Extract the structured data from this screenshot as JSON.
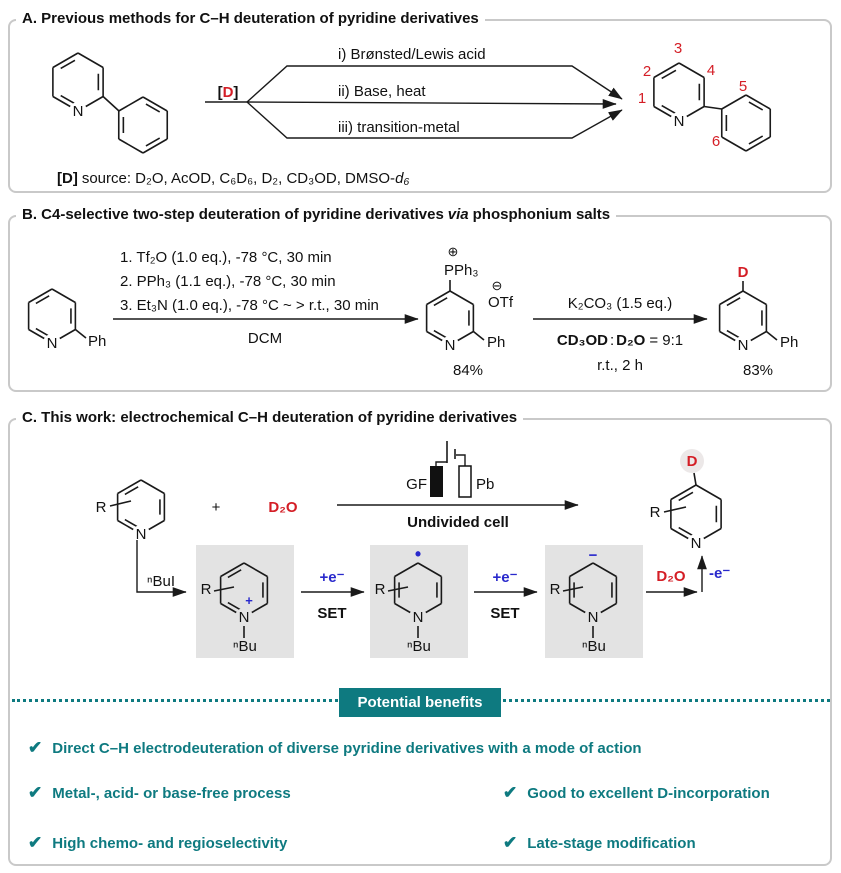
{
  "colors": {
    "red": "#d41e26",
    "blue": "#2929cc",
    "teal": "#0e7a80",
    "box_gray": "#e3e3e3"
  },
  "panelA": {
    "title": "A. Previous methods for C–H deuteration of pyridine derivatives",
    "d_open": "[",
    "d_letter": "D",
    "d_close": "]",
    "branch1": "i) Brønsted/Lewis acid",
    "branch2": "ii) Base, heat",
    "branch3": "iii) transition-metal",
    "n1": "N",
    "n2": "N",
    "nums": {
      "n1": "1",
      "n2": "2",
      "n3": "3",
      "n4": "4",
      "n5": "5",
      "n6": "6"
    },
    "source_bold": "[D]",
    "source_rest": "source: D₂O, AcOD, C₆D₆, D₂, CD₃OD, DMSO-",
    "source_iso": "d₆"
  },
  "panelB": {
    "title_pre": "B. C4-selective two-step deuteration of pyridine derivatives",
    "title_italic": "via",
    "title_post": "phosphonium salts",
    "n1": "N",
    "ph1": "Ph",
    "cond1": "1. Tf₂O (1.0 eq.), -78 °C, 30 min",
    "cond2": "2. PPh₃ (1.1 eq.), -78 °C, 30 min",
    "cond3": "3. Et₃N (1.0 eq.), -78 °C ~ > r.t., 30 min",
    "solvent": "DCM",
    "int_plus": "⊕",
    "int_pph3": "PPh₃",
    "int_minus": "⊖",
    "int_otf": "OTf",
    "n2": "N",
    "ph2": "Ph",
    "yield1": "84%",
    "cond4": "K₂CO₃ (1.5 eq.)",
    "ratio_b1": "CD₃OD",
    "ratio_colon": ":",
    "ratio_b2": "D₂O",
    "ratio_rest": "= 9:1",
    "cond5": "r.t., 2 h",
    "prod_d": "D",
    "n3": "N",
    "ph3": "Ph",
    "yield2": "83%"
  },
  "panelC": {
    "title": "C. This work: electrochemical C–H deuteration of pyridine derivatives",
    "r1": "R",
    "n1": "N",
    "plus": "+",
    "d2o": "D₂O",
    "gf": "GF",
    "pb": "Pb",
    "cell": "Undivided cell",
    "prod_r": "R",
    "prod_n": "N",
    "prod_d": "D",
    "nbui": "ⁿBuI",
    "s1_r": "R",
    "s1_charge": "+",
    "s1_n": "N",
    "s1_nbu": "ⁿBu",
    "s2_r": "R",
    "s2_charge": "•",
    "s2_n": "N",
    "s2_nbu": "ⁿBu",
    "s3_r": "R",
    "s3_charge": "−",
    "s3_n": "N",
    "s3_nbu": "ⁿBu",
    "e1": "+e⁻",
    "set1": "SET",
    "e2": "+e⁻",
    "set2": "SET",
    "d2o2": "D₂O",
    "minus_e": "-e⁻"
  },
  "benefits": {
    "banner": "Potential benefits",
    "check": "✔",
    "i1": "Direct C–H electrodeuteration of diverse pyridine derivatives with a mode of action",
    "i2": "Metal-, acid- or base-free process",
    "i3": "High chemo- and regioselectivity",
    "i4": "Good to excellent D-incorporation",
    "i5": "Late-stage modification"
  }
}
